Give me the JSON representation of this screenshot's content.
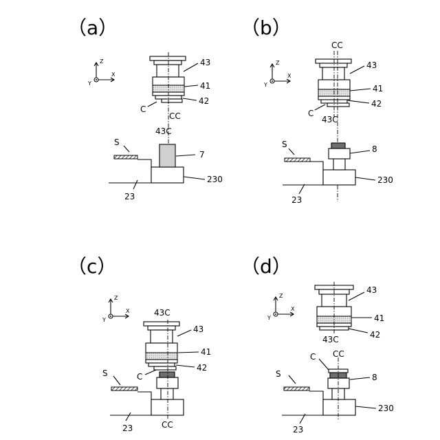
{
  "panels": {
    "a": {
      "label": "（a）",
      "axes": {
        "z": "Z",
        "x": "X",
        "y": "Y"
      },
      "parts": {
        "l43": "43",
        "l41": "41",
        "l42": "42",
        "lC": "C",
        "lCC": "CC",
        "l43C": "43C",
        "l7": "7",
        "lS": "S",
        "l230": "230",
        "l23": "23"
      }
    },
    "b": {
      "label": "（b）",
      "axes": {
        "z": "Z",
        "x": "X",
        "y": "Y"
      },
      "parts": {
        "lCC": "CC",
        "l43": "43",
        "l41": "41",
        "l42": "42",
        "lC": "C",
        "l43C": "43C",
        "l8": "8",
        "lS": "S",
        "l230": "230",
        "l23": "23"
      }
    },
    "c": {
      "label": "（c）",
      "axes": {
        "z": "Z",
        "x": "X",
        "y": "Y"
      },
      "parts": {
        "l43C": "43C",
        "l43": "43",
        "l41": "41",
        "l42": "42",
        "lC": "C",
        "lS": "S",
        "l23": "23",
        "lCC": "CC"
      }
    },
    "d": {
      "label": "（d）",
      "axes": {
        "z": "Z",
        "x": "X",
        "y": "Y"
      },
      "parts": {
        "l43": "43",
        "l41": "41",
        "l42": "42",
        "l43C": "43C",
        "lCC": "CC",
        "lC": "C",
        "l8": "8",
        "lS": "S",
        "l230": "230",
        "l23": "23"
      }
    }
  }
}
